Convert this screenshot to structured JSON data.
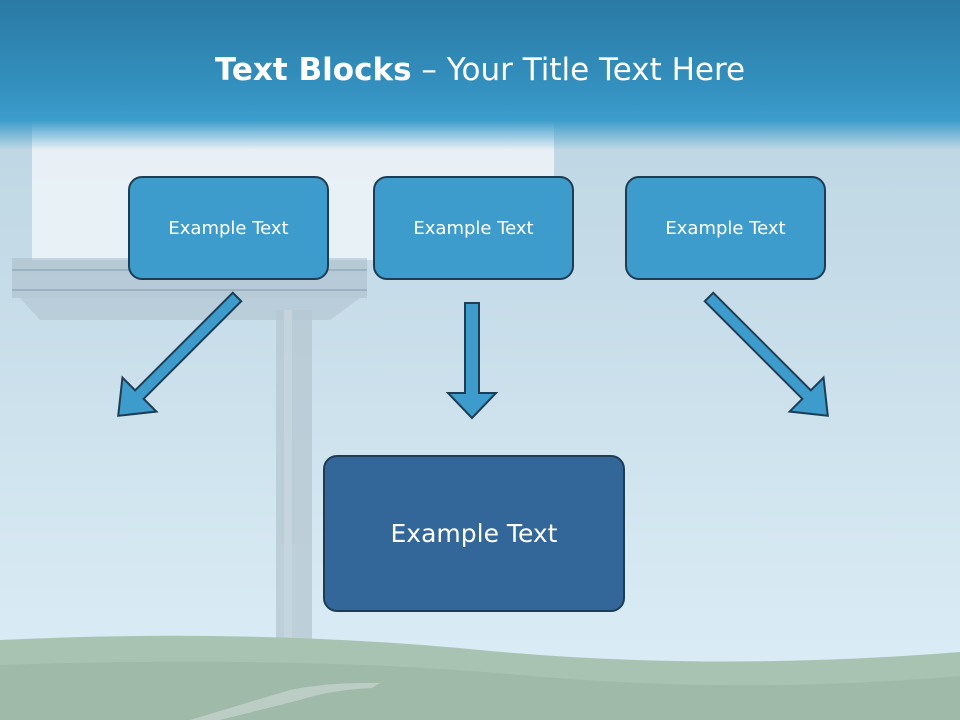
{
  "title": {
    "bold": "Text Blocks",
    "dash": " – ",
    "rest": "Your Title Text Here"
  },
  "blocks": [
    {
      "label": "Example Text"
    },
    {
      "label": "Example Text"
    },
    {
      "label": "Example Text"
    }
  ],
  "target": {
    "label": "Example Text"
  },
  "colors": {
    "header": "#338fbd",
    "block_fill": "#3d9ccb",
    "target_fill": "#336699",
    "arrow_fill": "#3d9ccb",
    "border": "#1e3d55"
  }
}
